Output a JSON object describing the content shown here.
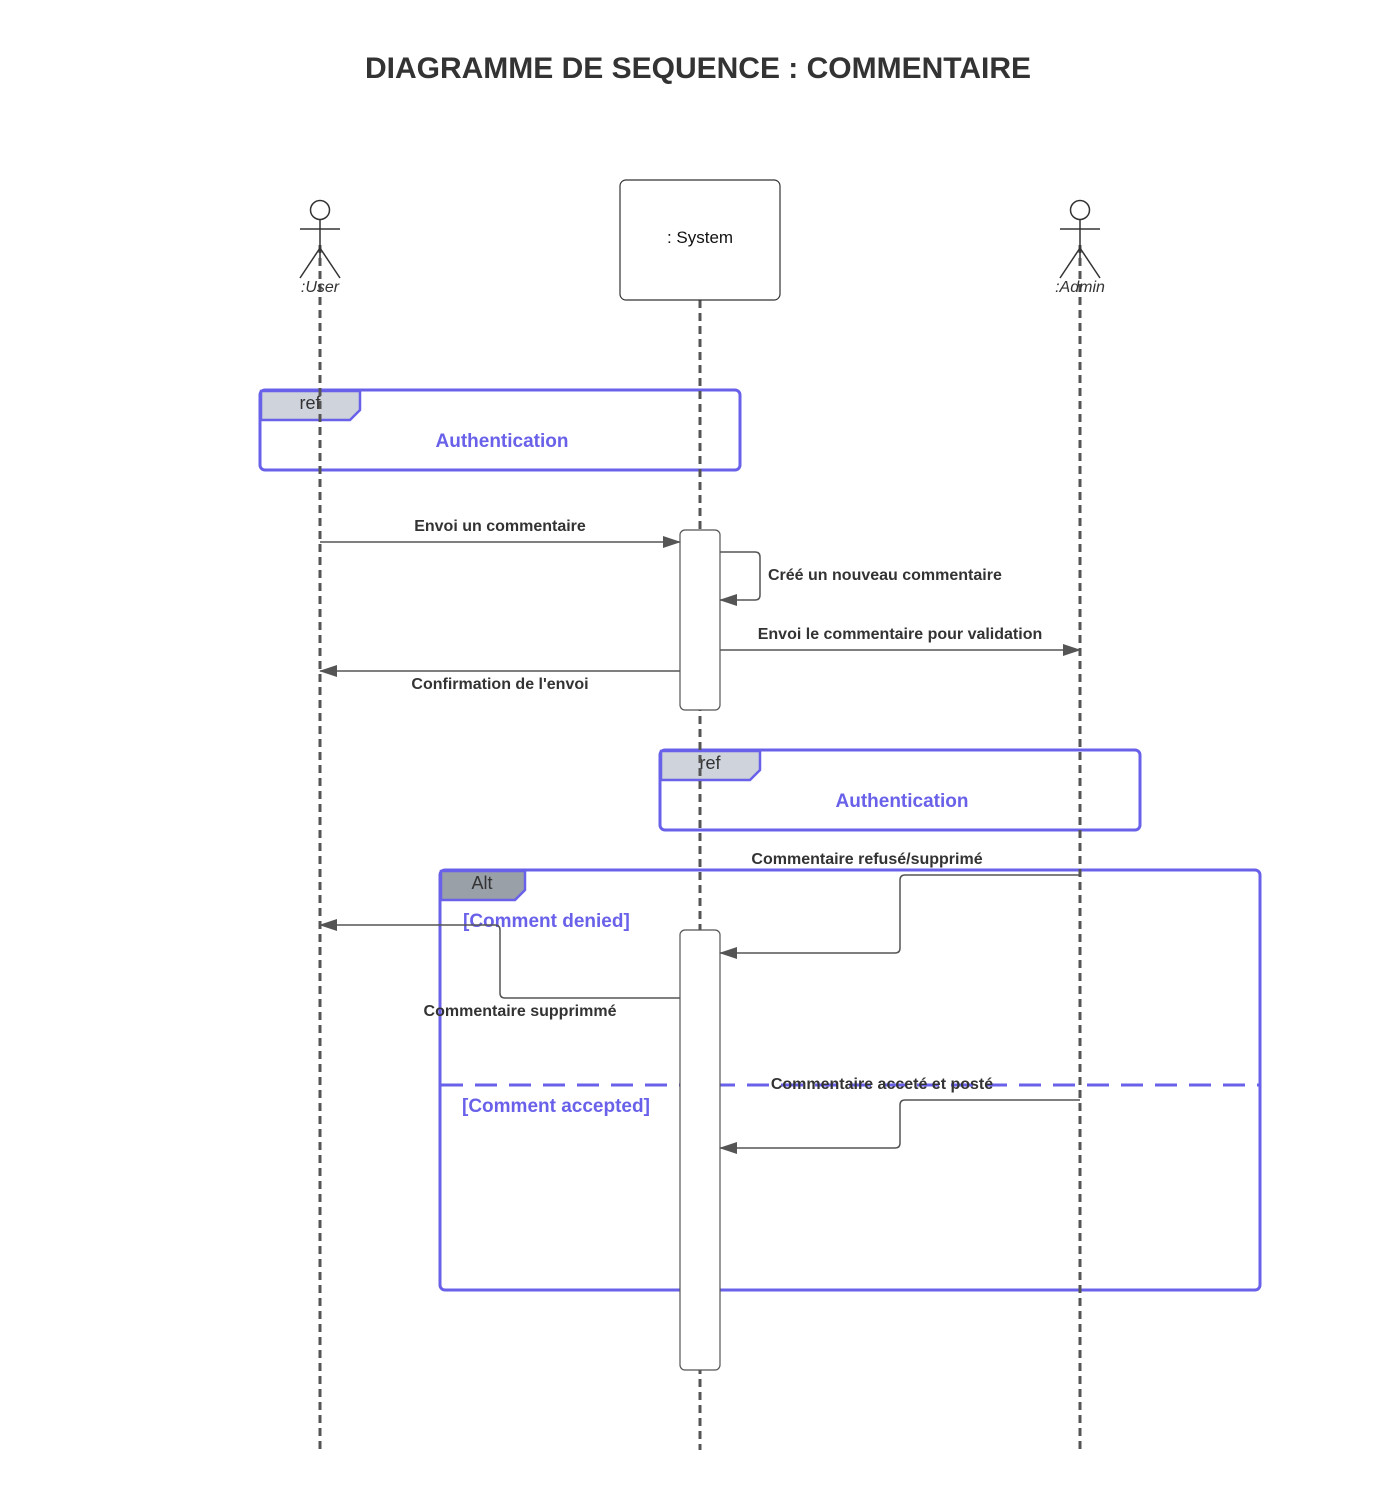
{
  "title": "DIAGRAMME DE SEQUENCE : COMMENTAIRE",
  "colors": {
    "frame": "#6961e9",
    "tag_fill_ref": "#cfd3db",
    "tag_fill_alt": "#9aa0a8",
    "line": "#555555",
    "text": "#333333"
  },
  "participants": {
    "user": ":User",
    "system": ": System",
    "admin": ":Admin"
  },
  "frames": {
    "ref1": {
      "tag": "ref",
      "title": "Authentication"
    },
    "ref2": {
      "tag": "ref",
      "title": "Authentication"
    },
    "alt": {
      "tag": "Alt",
      "guard1": "[Comment denied]",
      "guard2": "[Comment accepted]"
    }
  },
  "messages": {
    "m1": "Envoi un commentaire",
    "m2": "Créé un nouveau commentaire",
    "m3": "Envoi le commentaire pour validation",
    "m4": "Confirmation de l'envoi",
    "m5": "Commentaire refusé/supprimé",
    "m6": "Commentaire supprimmé",
    "m7": "Commentaire acceté et posté"
  }
}
